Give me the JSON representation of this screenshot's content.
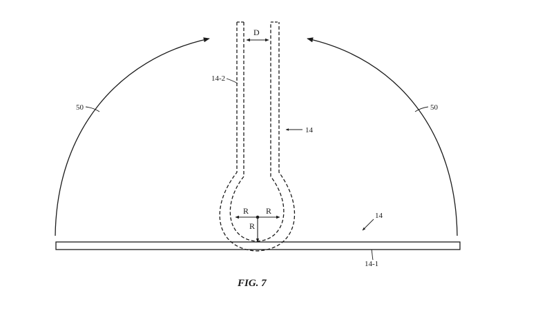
{
  "figure": {
    "caption": "FIG. 7",
    "labels": {
      "arc_left": "50",
      "arc_right": "50",
      "tube_wall": "14-2",
      "tube": "14",
      "plate": "14",
      "plate_part": "14-1",
      "width": "D",
      "radius_left": "R",
      "radius_right": "R",
      "radius_down": "R"
    }
  }
}
